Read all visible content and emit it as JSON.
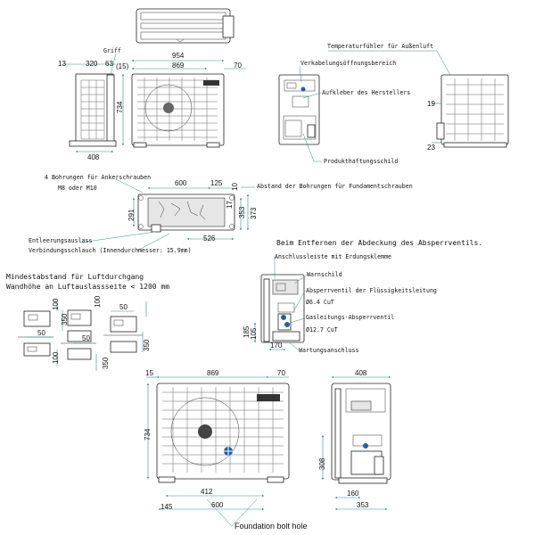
{
  "labels": {
    "griff": "Griff",
    "temp_sensor": "Temperaturfühler für Außenluft",
    "wiring_opening": "Verkabelungsöffnungsbereich",
    "manufacturer_sticker": "Aufkleber des Herstellers",
    "product_liability": "Produkthaftungsschild",
    "anchor_holes": "4 Bohrungen für Ankerschrauben",
    "anchor_size": "M8 oder M10",
    "foundation_distance": "Abstand der Bohrungen für Fundamentschrauben",
    "drain": "Entleerungsauslass",
    "hose": "Verbindungsschlauch (Innendurchmesser: 15.9mm)",
    "cover_removed": "Beim Entfernen der Abdeckung des Absperrventils.",
    "terminal": "Anschlussleiste mit Erdungsklemme",
    "warning_sign": "Warnschild",
    "liquid_valve": "Absperrventil der Flüssigkeitsleitung",
    "liquid_size": "Ø6.4 CuT",
    "gas_valve": "Gasleitungs-Absperrventil",
    "gas_size": "Ø12.7 CuT",
    "service_port": "Wartungsanschluss",
    "min_distance": "Mindestabstand für Luftdurchgang",
    "wall_height": "Wandhöhe an Luftauslassseite < 1200 mm",
    "foundation_bolt": "Foundation bolt hole"
  },
  "dims": {
    "top": {
      "d13": "13",
      "d320": "320",
      "d63": "63",
      "d15p": "(15)",
      "d954": "954",
      "d869": "869",
      "d70": "70",
      "d734": "734",
      "d408": "408",
      "d19": "19",
      "d23": "23"
    },
    "base": {
      "d600": "600",
      "d125": "125",
      "d10": "10",
      "d291": "291",
      "d17": "17",
      "d353": "353",
      "d373": "373",
      "d526": "526"
    },
    "valve": {
      "d185": "185",
      "d105": "105",
      "d170": "170"
    },
    "clear": {
      "d100a": "100",
      "d350a": "350",
      "d50a": "50",
      "d100b": "100",
      "d50b": "50",
      "d50c": "50",
      "d350b": "350",
      "d100c": "100",
      "d350c": "350"
    },
    "bottom": {
      "d15": "15",
      "d869": "869",
      "d70": "70",
      "d408": "408",
      "d734": "734",
      "d308": "308",
      "d412": "412",
      "d145": "145",
      "d600": "600",
      "d160": "160",
      "d353": "353"
    }
  },
  "colors": {
    "dimension": "#2a8f8f",
    "outline": "#222222",
    "logo_blue": "#1f5fa8"
  }
}
